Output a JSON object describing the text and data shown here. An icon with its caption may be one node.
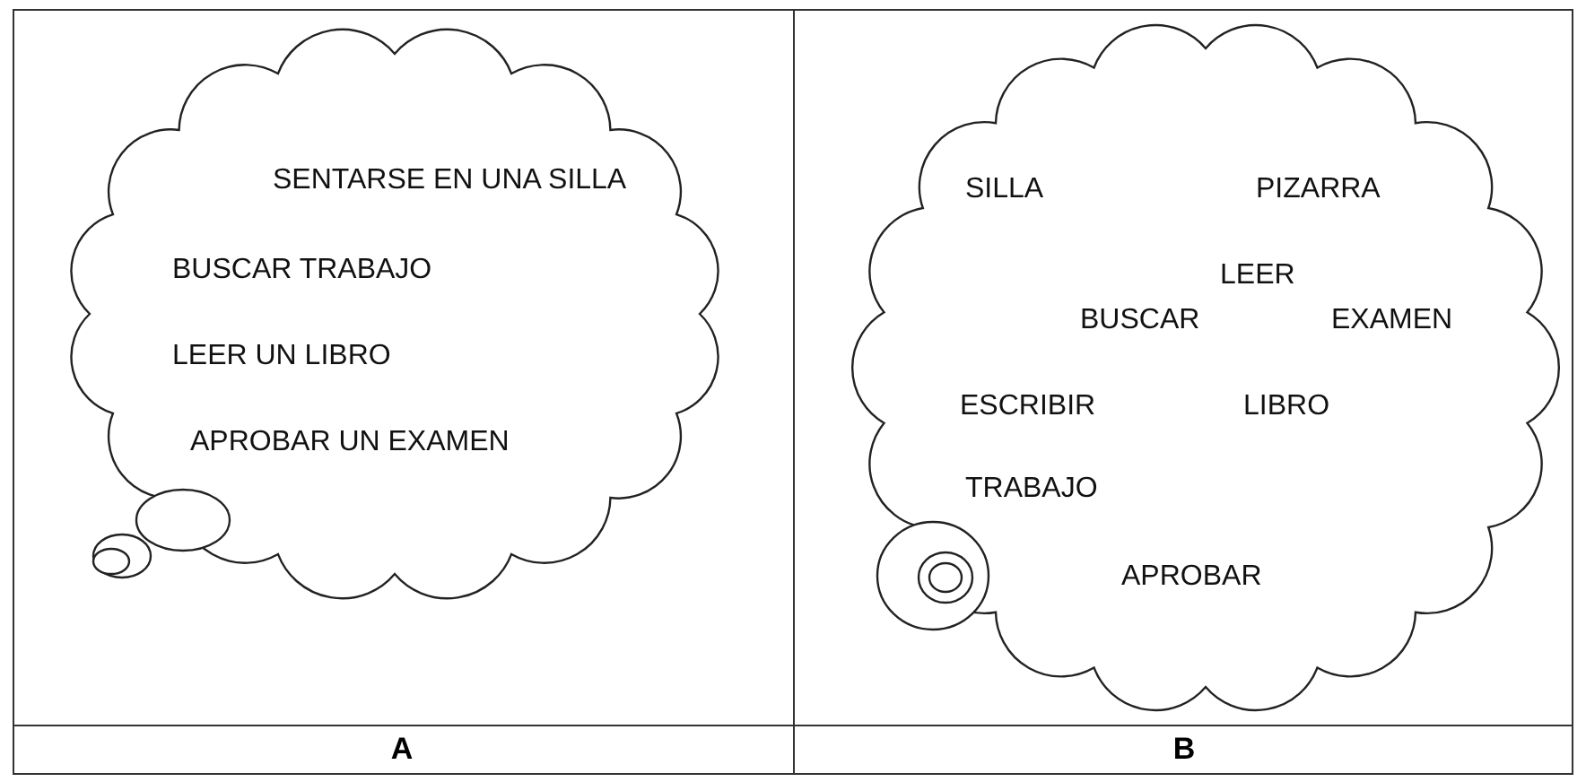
{
  "diagram": {
    "nodes": [
      {
        "text": [
          "SENTARSE EN UNA SILLA",
          "BUSCAR TRABAJO",
          "LEER UN LIBRO",
          "APROBAR UN EXAMEN"
        ]
      },
      {
        "text": [
          "SILLA",
          "PIZARRA",
          "LEER",
          "BUSCAR",
          "EXAMEN",
          "ESCRIBIR",
          "LIBRO",
          "TRABAJO",
          "APROBAR"
        ]
      }
    ],
    "labels": [
      "A",
      "B"
    ]
  }
}
